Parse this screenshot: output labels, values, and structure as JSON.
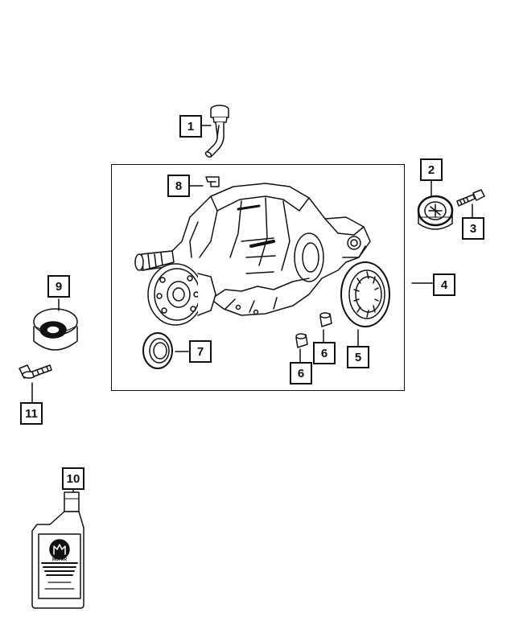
{
  "diagram": {
    "callouts": [
      {
        "id": "c1",
        "label": "1"
      },
      {
        "id": "c2",
        "label": "2"
      },
      {
        "id": "c3",
        "label": "3"
      },
      {
        "id": "c4",
        "label": "4"
      },
      {
        "id": "c5",
        "label": "5"
      },
      {
        "id": "c6a",
        "label": "6"
      },
      {
        "id": "c6b",
        "label": "6"
      },
      {
        "id": "c7",
        "label": "7"
      },
      {
        "id": "c8",
        "label": "8"
      },
      {
        "id": "c9",
        "label": "9"
      },
      {
        "id": "c10",
        "label": "10"
      },
      {
        "id": "c11",
        "label": "11"
      }
    ],
    "bottle": {
      "brand": "MOPAR"
    },
    "colors": {
      "line": "#111111",
      "background": "#ffffff",
      "fill": "#ffffff"
    }
  }
}
